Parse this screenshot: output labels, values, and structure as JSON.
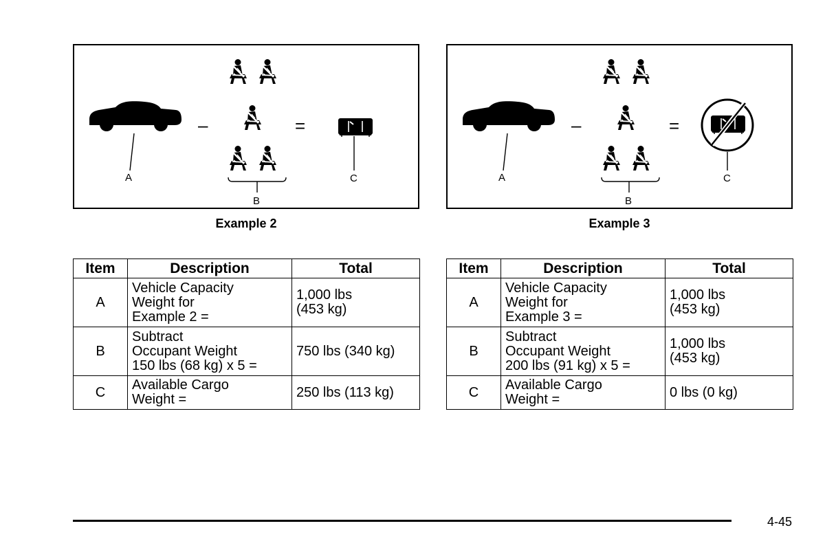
{
  "examples": [
    {
      "caption": "Example 2",
      "figure": {
        "label_a": "A",
        "label_b": "B",
        "label_c": "C",
        "minus": "–",
        "equals": "=",
        "cargo_allowed": true
      },
      "table": {
        "headers": {
          "item": "Item",
          "description": "Description",
          "total": "Total"
        },
        "rows": [
          {
            "item": "A",
            "description": [
              "Vehicle Capacity",
              "Weight for",
              "Example 2 ="
            ],
            "total": [
              "1,000 lbs",
              "(453 kg)"
            ]
          },
          {
            "item": "B",
            "description": [
              "Subtract",
              "Occupant Weight",
              "150 lbs (68 kg) x 5 ="
            ],
            "total": [
              "750 lbs (340 kg)"
            ]
          },
          {
            "item": "C",
            "description": [
              "Available Cargo",
              "Weight ="
            ],
            "total": [
              "250 lbs (113 kg)"
            ]
          }
        ]
      }
    },
    {
      "caption": "Example 3",
      "figure": {
        "label_a": "A",
        "label_b": "B",
        "label_c": "C",
        "minus": "–",
        "equals": "=",
        "cargo_allowed": false
      },
      "table": {
        "headers": {
          "item": "Item",
          "description": "Description",
          "total": "Total"
        },
        "rows": [
          {
            "item": "A",
            "description": [
              "Vehicle Capacity",
              "Weight for",
              "Example 3 ="
            ],
            "total": [
              "1,000 lbs",
              "(453 kg)"
            ]
          },
          {
            "item": "B",
            "description": [
              "Subtract",
              "Occupant Weight",
              "200 lbs (91 kg) x 5 ="
            ],
            "total": [
              "1,000 lbs",
              "(453 kg)"
            ]
          },
          {
            "item": "C",
            "description": [
              "Available Cargo",
              "Weight ="
            ],
            "total": [
              "0 lbs (0 kg)"
            ]
          }
        ]
      }
    }
  ],
  "page_number": "4-45"
}
